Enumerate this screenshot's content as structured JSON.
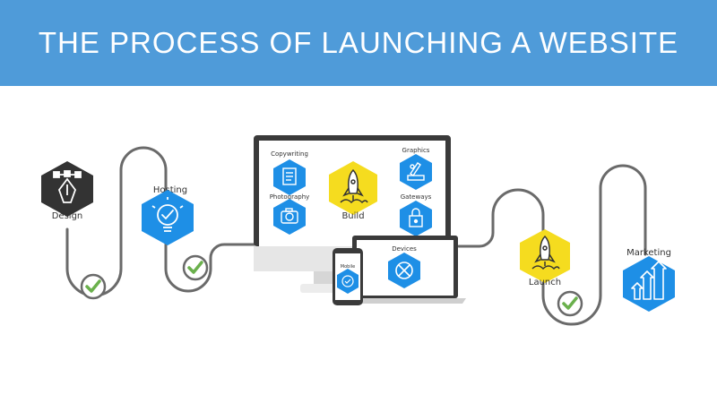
{
  "title": "THE PROCESS OF LAUNCHING A WEBSITE",
  "steps": {
    "design": "Design",
    "hosting": "Hosting",
    "launch": "Launch",
    "marketing": "Marketing"
  },
  "build": {
    "center": "Build",
    "copywriting": "Copywriting",
    "graphics": "Graphics",
    "photography": "Photography",
    "gateways": "Gateways"
  },
  "devices": {
    "devices": "Devices",
    "mobile": "Mobile"
  },
  "icons": {
    "design": "pen-tool-icon",
    "hosting": "lightbulb-check-icon",
    "build": "rocket-icon",
    "copywriting": "document-icon",
    "graphics": "pencil-ruler-icon",
    "photography": "camera-icon",
    "gateways": "padlock-icon",
    "devices": "tools-icon",
    "mobile": "gear-check-icon",
    "launch": "rocket-icon",
    "marketing": "growth-arrows-icon",
    "checkmark": "check-circle-icon"
  },
  "colors": {
    "banner": "#4f9bd9",
    "blue_hex": "#1e8fe6",
    "yellow_hex": "#f5dc1f",
    "dark_hex": "#333333",
    "check": "#6ab04c",
    "path": "#6a6a6a"
  }
}
